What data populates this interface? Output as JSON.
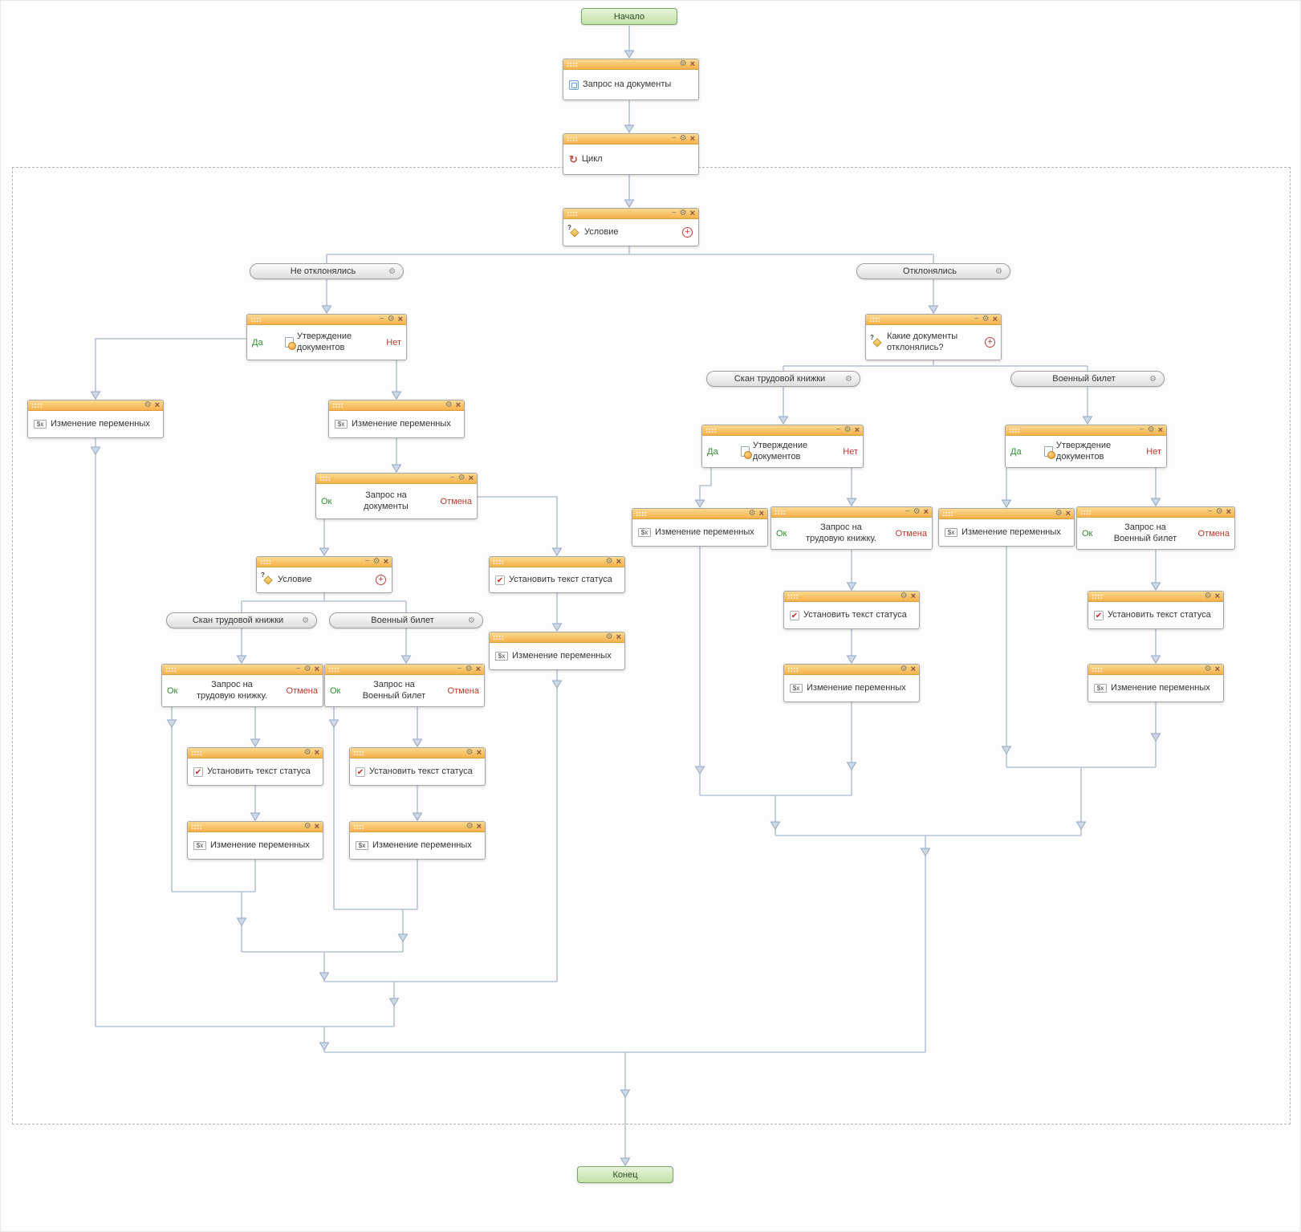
{
  "terminals": {
    "start": "Начало",
    "end": "Конец"
  },
  "labels": {
    "yes": "Да",
    "no": "Нет",
    "ok": "Ок",
    "cancel": "Отмена"
  },
  "pills": {
    "not_rejected": "Не отклонялись",
    "rejected": "Отклонялись",
    "workbook_scan": "Скан трудовой книжки",
    "military_id": "Военный билет"
  },
  "titles": {
    "request_docs": "Запрос на документы",
    "loop": "Цикл",
    "condition": "Условие",
    "approve_docs": "Утверждение документов",
    "change_vars": "Изменение переменных",
    "which_docs_rejected": "Какие документы отклонялись?",
    "request_workbook": "Запрос на трудовую книжку.",
    "request_military_id": "Запрос на Военный билет",
    "set_status_text": "Установить текст статуса"
  },
  "icons": {
    "gear": "⚙",
    "close": "×",
    "minimize": "−",
    "plus": "+",
    "loop_arrow": "↻",
    "check": "✔",
    "vars": "$x",
    "question": "?"
  },
  "colors": {
    "header_orange": "#f5b14a",
    "yes_green": "#2e8b2e",
    "no_red": "#c0392b",
    "wire": "#b7c3d6",
    "terminal_green": "#c2e2a9"
  }
}
